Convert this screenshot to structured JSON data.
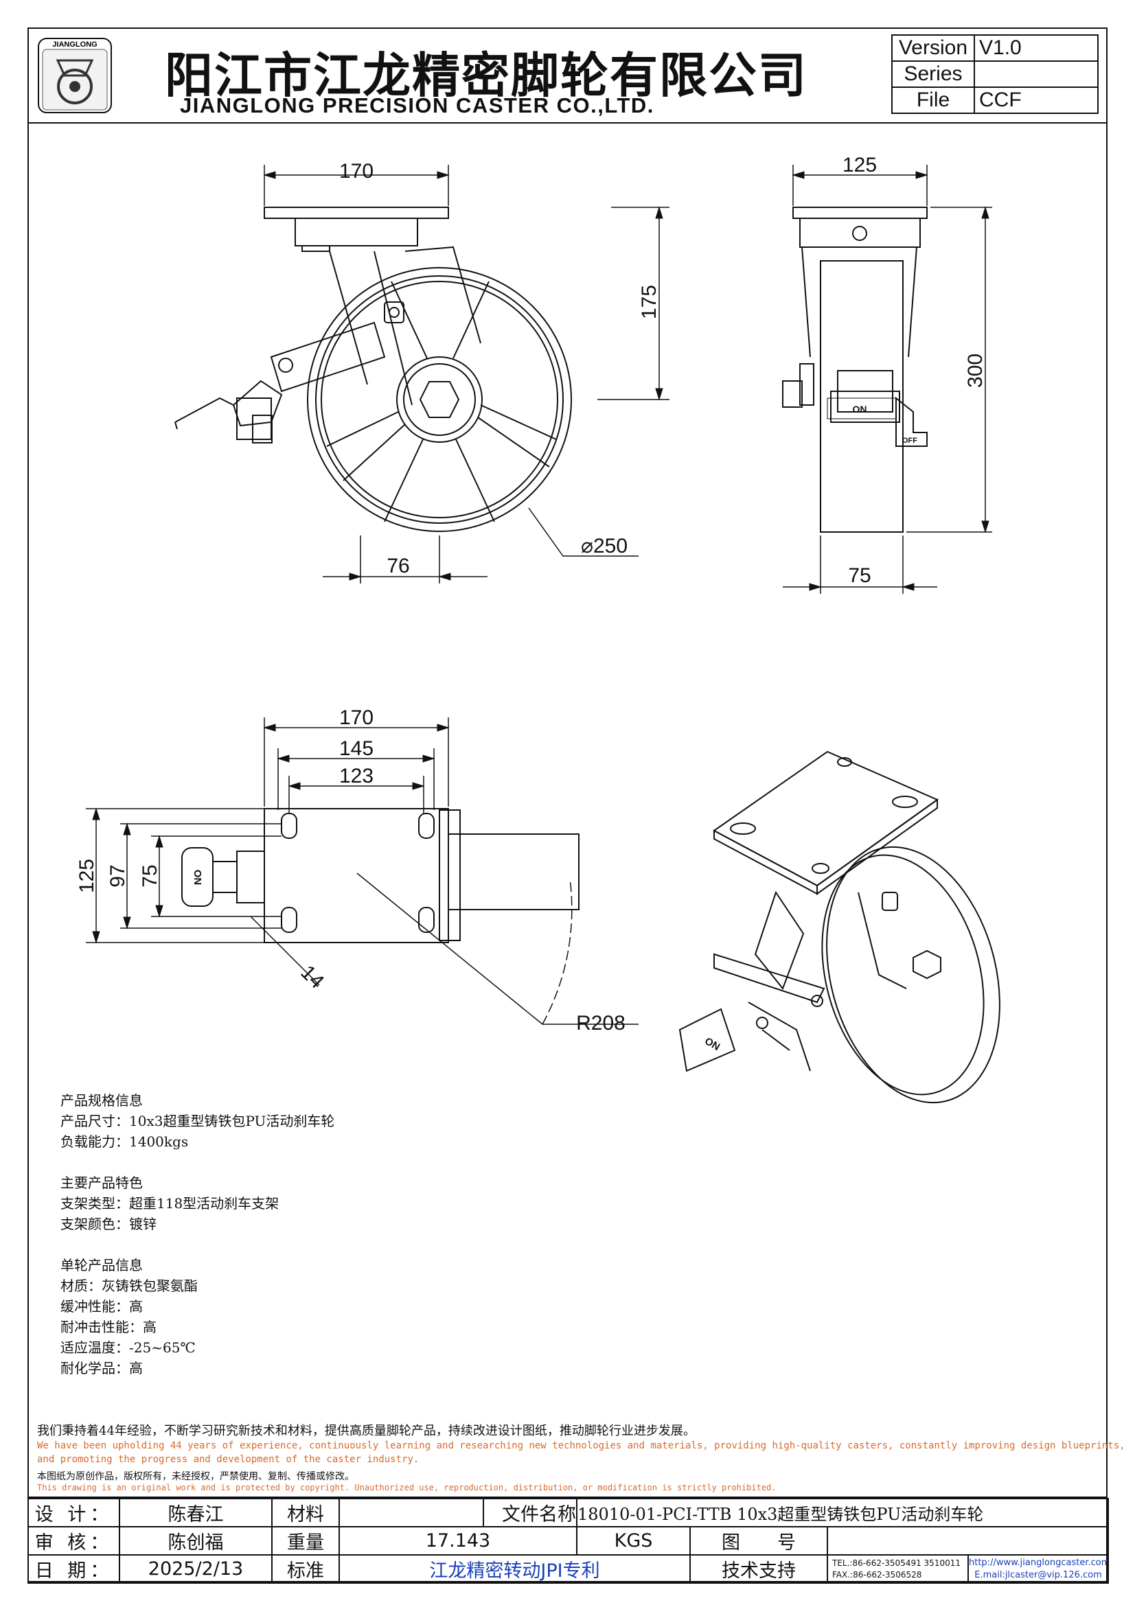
{
  "header": {
    "logo_text": "JIANGLONG",
    "company_cn": "阳江市江龙精密脚轮有限公司",
    "company_en": "JIANGLONG PRECISION CASTER CO.,LTD.",
    "version_label": "Version",
    "version_value": "V1.0",
    "series_label": "Series",
    "series_value": "",
    "file_label": "File",
    "file_value": "CCF"
  },
  "dimensions": {
    "side_top_width": "170",
    "side_height": "175",
    "side_offset": "76",
    "wheel_diameter": "⌀250",
    "front_top_width": "125",
    "front_height": "300",
    "front_wheel_width": "75",
    "plate_outer": "170",
    "plate_hole_span": "145",
    "plate_hole_inner": "123",
    "plate_side_outer": "125",
    "plate_side_mid": "97",
    "plate_side_inner": "75",
    "hole_size": "14",
    "swivel_radius": "R208",
    "brake_on": "ON",
    "brake_off": "OFF"
  },
  "specs": {
    "group1_title": "产品规格信息",
    "size": "产品尺寸：10x3超重型铸铁包PU活动刹车轮",
    "load": "负载能力：1400kgs",
    "group2_title": "主要产品特色",
    "bracket_type": "支架类型：超重118型活动刹车支架",
    "bracket_color": "支架颜色：镀锌",
    "group3_title": "单轮产品信息",
    "material": "材质：灰铸铁包聚氨酯",
    "cushion": "缓冲性能：高",
    "impact": "耐冲击性能：高",
    "temperature": "适应温度：-25~65℃",
    "chemical": "耐化学品：高"
  },
  "notes": {
    "cn1": "我们秉持着44年经验，不断学习研究新技术和材料，提供高质量脚轮产品，持续改进设计图纸，推动脚轮行业进步发展。",
    "en1": "We have been upholding 44 years of experience, continuously learning and researching new technologies and materials, providing high-quality casters, constantly improving design blueprints,",
    "en2": "and promoting the progress and development of the caster industry.",
    "cn2": "本图纸为原创作品，版权所有，未经授权，严禁使用、复制、传播或修改。",
    "en3": "This drawing is an original work and is protected by copyright. Unauthorized use, reproduction, distribution, or modification is strictly prohibited."
  },
  "title_block": {
    "design_label": "设 计：",
    "design_value": "陈春江",
    "material_label": "材料",
    "material_value": "",
    "filename_label": "文件名称",
    "filename_value": "18010-01-PCI-TTB 10x3超重型铸铁包PU活动刹车轮",
    "review_label": "审 核：",
    "review_value": "陈创福",
    "weight_label": "重量",
    "weight_value": "17.143",
    "weight_unit": "KGS",
    "drawing_no_label": "图　　号",
    "drawing_no_value": "",
    "date_label": "日 期：",
    "date_value": "2025/2/13",
    "standard_label": "标准",
    "standard_value": "江龙精密转动JPI专利",
    "support_label": "技术支持",
    "tel": "TEL.:86-662-3505491 3510011",
    "fax": "FAX.:86-662-3506528",
    "website": "http://www.jianglongcaster.com",
    "email": "E.mail:jlcaster@vip.126.com"
  }
}
